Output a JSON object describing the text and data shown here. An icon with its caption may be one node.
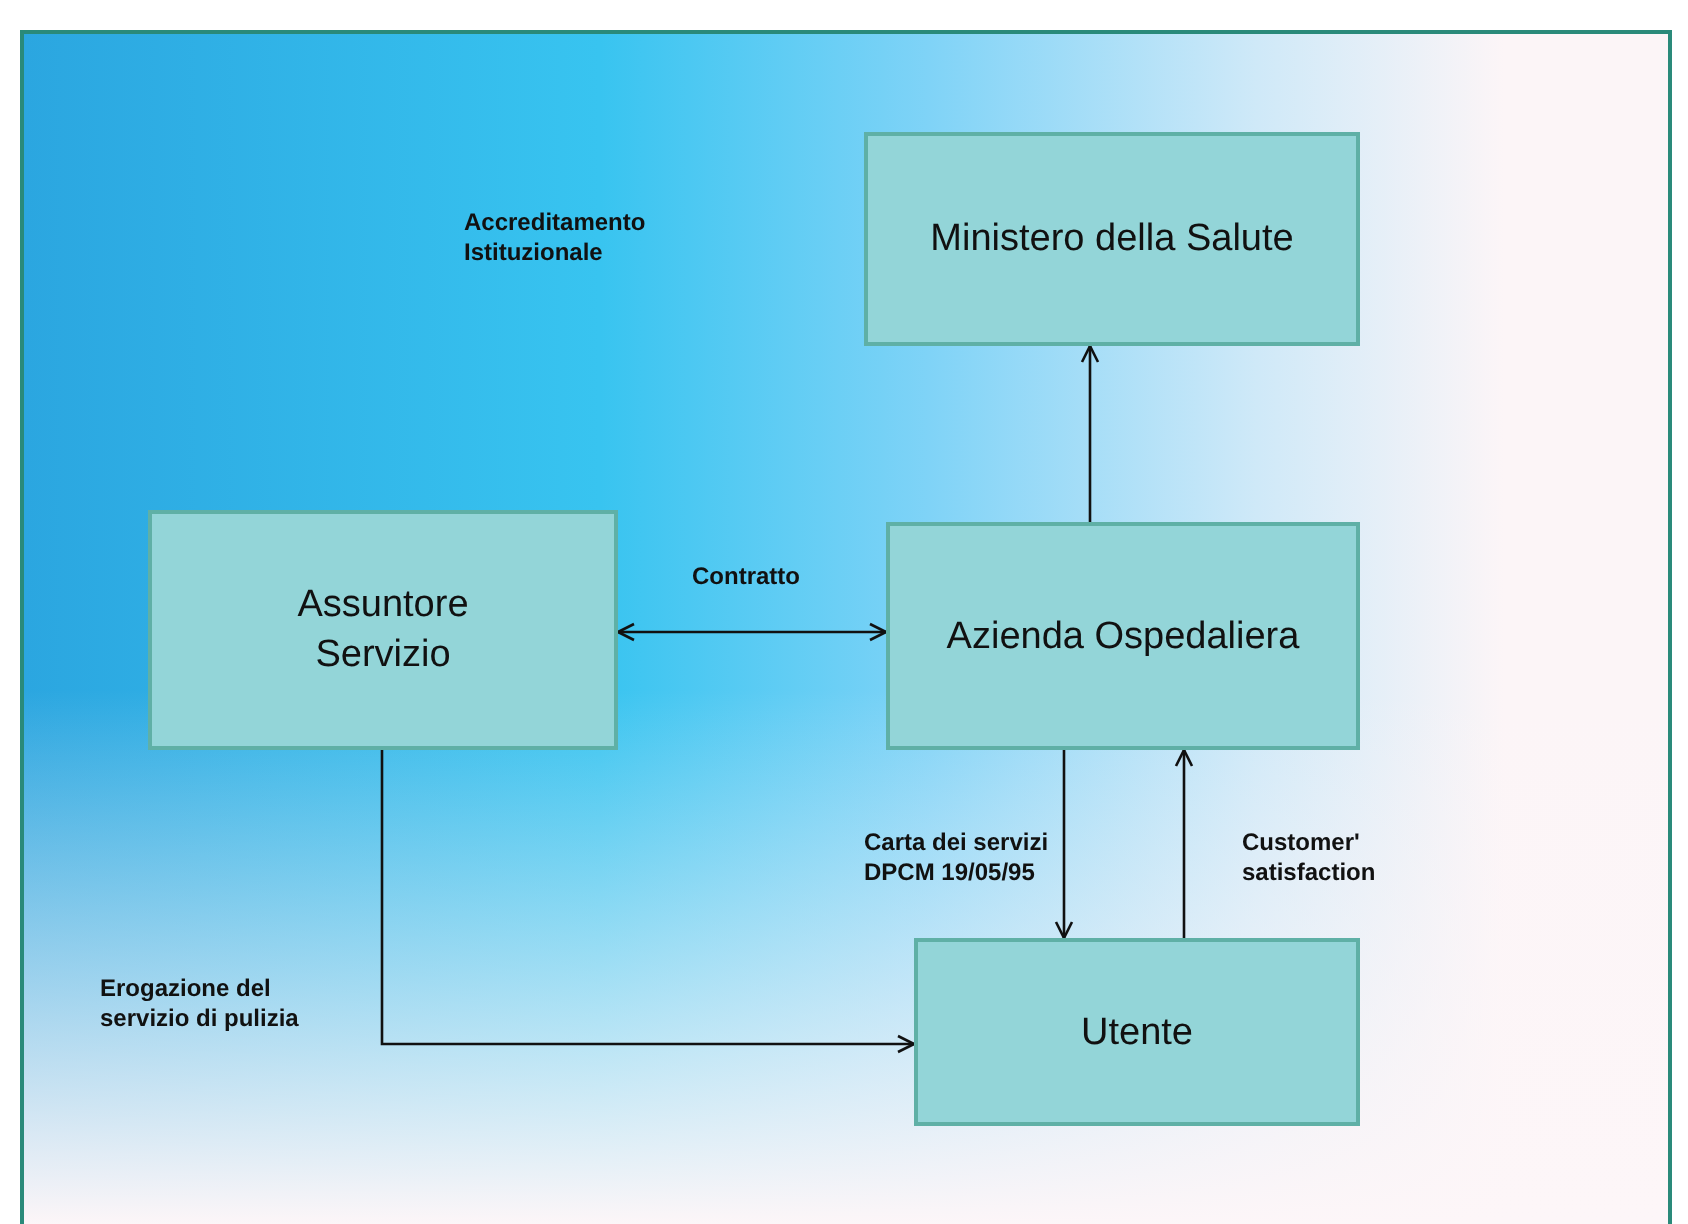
{
  "diagram": {
    "nodes": [
      {
        "text": [
          "Ministero della Salute"
        ]
      },
      {
        "text": [
          "Assuntore Servizio"
        ]
      },
      {
        "text": [
          "Azienda Ospedaliera"
        ]
      },
      {
        "text": [
          "Utente"
        ]
      }
    ],
    "edges": [
      {
        "from": 2,
        "to": 0,
        "arrow": "to"
      },
      {
        "from": 1,
        "to": 2,
        "arrow": "both",
        "label": "Contratto"
      },
      {
        "from": 2,
        "to": 3,
        "arrow": "to",
        "label": "Carta dei servizi DPCM 19/05/95"
      },
      {
        "from": 3,
        "to": 2,
        "arrow": "to",
        "label": "Customer' satisfaction"
      },
      {
        "from": 1,
        "to": 3,
        "arrow": "to",
        "label": "Erogazione del servizio di pulizia"
      }
    ],
    "labels": [
      "Accreditamento Istituzionale"
    ]
  }
}
